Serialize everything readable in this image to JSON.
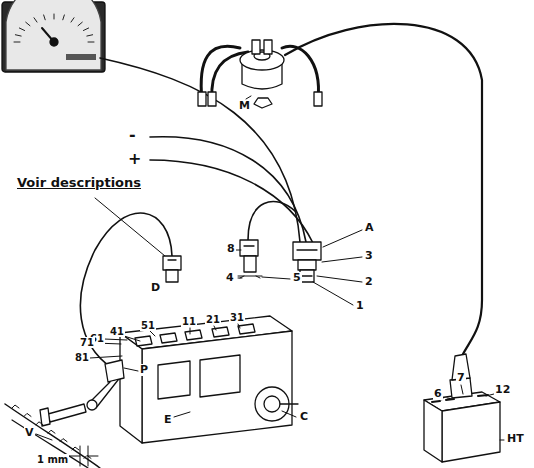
{
  "diagram": {
    "labels": [
      "Voir descriptions",
      "M",
      "A",
      "-",
      "+",
      "8",
      "3",
      "2",
      "1",
      "4",
      "5",
      "D",
      "61",
      "41",
      "51",
      "11",
      "21",
      "31",
      "71",
      "81",
      "7",
      "6",
      "12",
      "E",
      "C",
      "P",
      "HT",
      "V",
      "1 mm"
    ]
  }
}
